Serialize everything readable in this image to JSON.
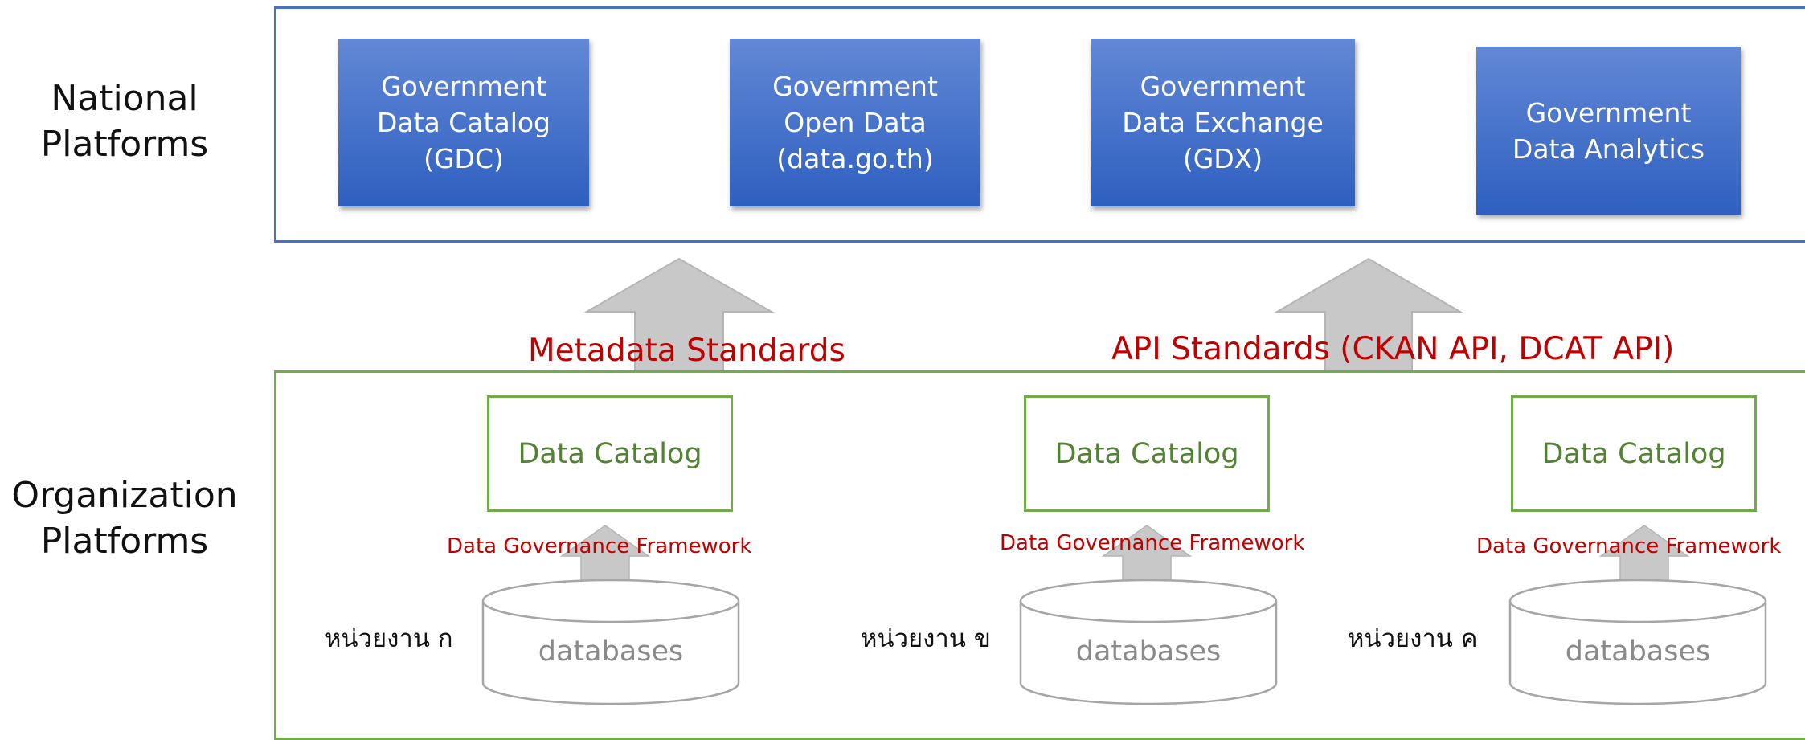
{
  "side_labels": {
    "national": [
      "National",
      "Platforms"
    ],
    "organization": [
      "Organization",
      "Platforms"
    ]
  },
  "national_platforms": [
    {
      "lines": [
        "Government",
        "Data Catalog",
        "(GDC)"
      ]
    },
    {
      "lines": [
        "Government",
        "Open Data",
        "(data.go.th)"
      ]
    },
    {
      "lines": [
        "Government",
        "Data Exchange",
        "(GDX)"
      ]
    },
    {
      "lines": [
        "Government",
        "Data Analytics"
      ]
    }
  ],
  "standards": {
    "metadata": "Metadata Standards",
    "api": "API Standards (CKAN API, DCAT API)"
  },
  "organizations": [
    {
      "name": "หน่วยงาน ก",
      "catalog": "Data Catalog",
      "framework": "Data Governance Framework",
      "database": "databases"
    },
    {
      "name": "หน่วยงาน ข",
      "catalog": "Data Catalog",
      "framework": "Data Governance Framework",
      "database": "databases"
    },
    {
      "name": "หน่วยงาน ค",
      "catalog": "Data Catalog",
      "framework": "Data Governance Framework",
      "database": "databases"
    }
  ],
  "colors": {
    "national_border": "#4472C4",
    "organization_border": "#70AD47",
    "platform_box": "#3A67C8",
    "standard_text": "#C00000",
    "catalog_text": "#548235",
    "arrow_fill": "#C8C8C8",
    "database_stroke": "#A6A6A6"
  }
}
